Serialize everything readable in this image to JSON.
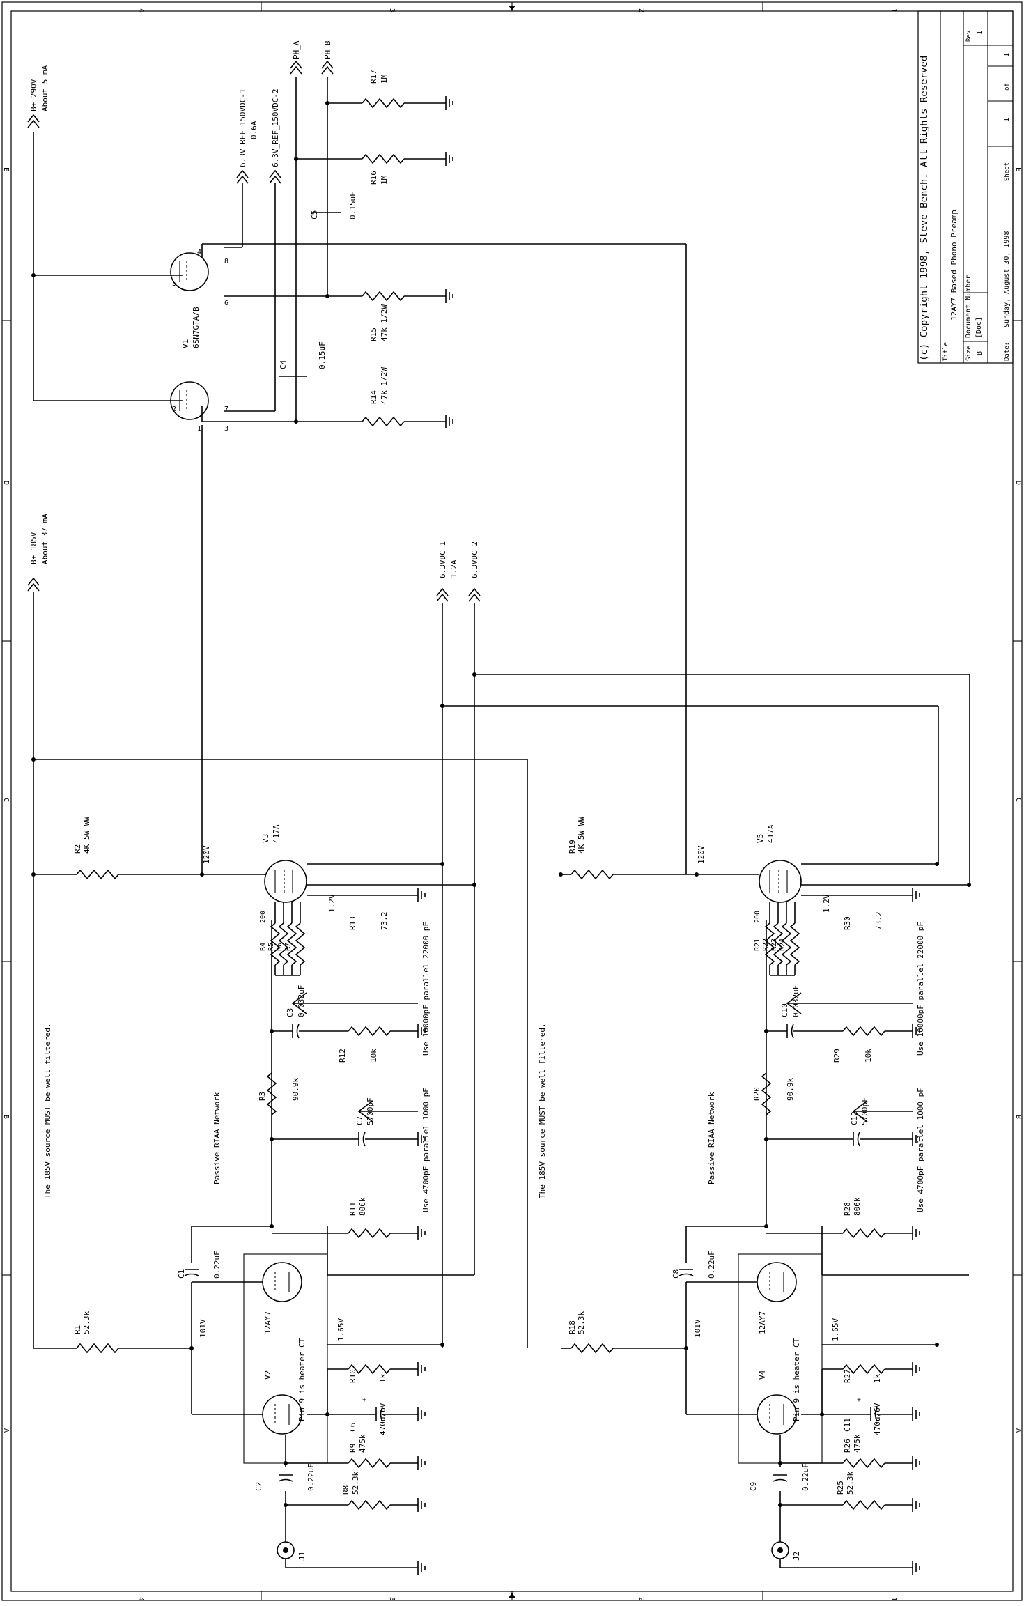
{
  "title_block": {
    "copyright": "(c) Copyright 1998, Steve Bench. All Rights Reserved",
    "title_label": "Title",
    "title": "12AY7 Based Phono Preamp",
    "size_label": "Size",
    "size": "B",
    "docnum_label": "Document Number",
    "docnum": "[Doc]",
    "rev_label": "Rev",
    "rev": "1",
    "date_label": "Date:",
    "date": "Sunday, August 30, 1998",
    "sheet_label": "Sheet",
    "sheet_num": "1",
    "of_label": "of",
    "sheet_total": "1"
  },
  "border": {
    "col_marks": [
      "4",
      "3",
      "2",
      "1"
    ],
    "row_marks": [
      "E",
      "D",
      "C",
      "B",
      "A"
    ]
  },
  "power": {
    "bplus290": "B+ 290V",
    "bplus290_current": "About 5 mA",
    "ref1": "6.3V_REF_150VDC-1",
    "ref_current": "0.6A",
    "ref2": "6.3V_REF_150VDC-2",
    "ph_a": "PH_A",
    "ph_b": "PH_B",
    "bplus185": "B+ 185V",
    "bplus185_current": "About 37 mA",
    "vdc1": "6.3VDC_1",
    "vdc_current": "1.2A",
    "vdc2": "6.3VDC_2"
  },
  "regulator": {
    "ref": "V1",
    "part": "6SN7GTA/B",
    "c4": "C4",
    "c4v": "0.15uF",
    "c5": "C5",
    "c5v": "0.15uF",
    "r14": "R14",
    "r14v": "47k 1/2W",
    "r15": "R15",
    "r15v": "47k 1/2W",
    "r16": "R16",
    "r16v": "1M",
    "r17": "R17",
    "r17v": "1M",
    "pins": [
      "1",
      "2",
      "3",
      "5",
      "4",
      "6",
      "7",
      "8"
    ]
  },
  "channels": [
    {
      "r_drop": "R2",
      "r_drop_v": "4K 5W WW",
      "v_node": "120V",
      "out_tube": "V3",
      "out_part": "417A",
      "r_cath_a": "R4",
      "r_cath_b": "R5",
      "r_cath_c": "R6",
      "r_cath_d": "R7",
      "r_cath_v": "200",
      "r_k": "R13",
      "r_k_v": "73.2",
      "k_volt": "1.2V",
      "c_riaa1": "C3",
      "c_riaa1_v": "0.032uF",
      "r_riaa1": "R12",
      "r_riaa1_v": "10k",
      "riaa1_note": "Use 10000pF parallel 22000 pF",
      "r_series": "R3",
      "r_series_v": "90.9k",
      "c_riaa2": "C7",
      "c_riaa2_v": "5700pF",
      "riaa2_note": "Use 4700pF parallel 1000 pF",
      "filter_note": "The 185V source MUST be well filtered.",
      "riaa_label": "Passive RIAA Network",
      "r_load": "R11",
      "r_load_v": "806k",
      "c_coupling": "C1",
      "c_coupling_v": "0.22uF",
      "in_tube": "V2",
      "in_part": "12AY7",
      "r_plate": "R1",
      "r_plate_v": "52.3k",
      "plate_volt": "101V",
      "heater_note": "Pin 9 is heater CT",
      "heater_volt": "1.65V",
      "r_cath": "R10",
      "r_cath_v2": "1k",
      "c_bypass": "C6",
      "c_bypass_v": "470u/6V",
      "r_grid": "R9",
      "r_grid_v": "475k",
      "c_in": "C2",
      "c_in_v": "0.22uF",
      "r_in": "R8",
      "r_in_v": "52.3k",
      "jack": "J1"
    },
    {
      "r_drop": "R19",
      "r_drop_v": "4K 5W WW",
      "v_node": "120V",
      "out_tube": "V5",
      "out_part": "417A",
      "r_cath_a": "R21",
      "r_cath_b": "R22",
      "r_cath_c": "R23",
      "r_cath_d": "R24",
      "r_cath_v": "200",
      "r_k": "R30",
      "r_k_v": "73.2",
      "k_volt": "1.2V",
      "c_riaa1": "C10",
      "c_riaa1_v": "0.032uF",
      "r_riaa1": "R29",
      "r_riaa1_v": "10k",
      "riaa1_note": "Use 10000pF parallel 22000 pF",
      "r_series": "R20",
      "r_series_v": "90.9k",
      "c_riaa2": "C12",
      "c_riaa2_v": "5700pF",
      "riaa2_note": "Use 4700pF parallel 1000 pF",
      "filter_note": "The 185V source MUST be well filtered.",
      "riaa_label": "Passive RIAA Network",
      "r_load": "R28",
      "r_load_v": "806k",
      "c_coupling": "C8",
      "c_coupling_v": "0.22uF",
      "in_tube": "V4",
      "in_part": "12AY7",
      "r_plate": "R18",
      "r_plate_v": "52.3k",
      "plate_volt": "101V",
      "heater_note": "Pin 9 is heater CT",
      "heater_volt": "1.65V",
      "r_cath": "R27",
      "r_cath_v2": "1k",
      "c_bypass": "C11",
      "c_bypass_v": "470u/6V",
      "r_grid": "R26",
      "r_grid_v": "475k",
      "c_in": "C9",
      "c_in_v": "0.22uF",
      "r_in": "R25",
      "r_in_v": "52.3k",
      "jack": "J2"
    }
  ]
}
